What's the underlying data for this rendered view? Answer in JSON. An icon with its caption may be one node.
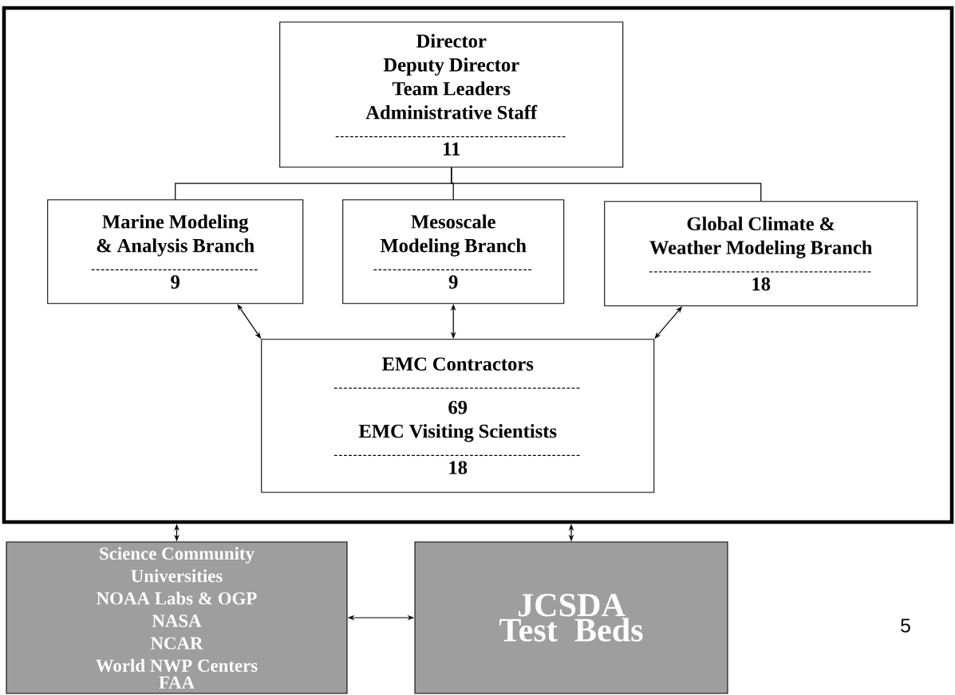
{
  "diagram": {
    "nodes": [
      {
        "text": [],
        "shape": "box"
      },
      {
        "text": [
          "Director",
          "Deputy Director",
          "Team Leaders",
          "Administrative Staff",
          "11"
        ],
        "in": 0
      },
      {
        "text": [
          "Marine Modeling & Analysis Branch",
          "9"
        ],
        "in": 0
      },
      {
        "text": [
          "Mesoscale Modeling Branch",
          "9"
        ],
        "in": 0
      },
      {
        "text": [
          "Global Climate & Weather Modeling Branch",
          "18"
        ],
        "in": 0
      },
      {
        "text": [
          "EMC Contractors",
          "69",
          "EMC Visiting Scientists",
          "18"
        ],
        "in": 0
      },
      {
        "text": [
          "Science Community",
          "Universities",
          "NOAA Labs & OGP",
          "NASA",
          "NCAR",
          "World NWP Centers",
          "FAA"
        ]
      },
      {
        "text": [
          "JCSDA Test Beds"
        ]
      }
    ],
    "edges": [
      {
        "from": 1,
        "to": 2,
        "arrow": "none"
      },
      {
        "from": 1,
        "to": 3,
        "arrow": "none"
      },
      {
        "from": 1,
        "to": 4,
        "arrow": "none"
      },
      {
        "from": 2,
        "to": 5,
        "arrow": "both"
      },
      {
        "from": 3,
        "to": 5,
        "arrow": "both"
      },
      {
        "from": 4,
        "to": 5,
        "arrow": "both"
      },
      {
        "from": 0,
        "to": 6,
        "arrow": "both"
      },
      {
        "from": 0,
        "to": 7,
        "arrow": "both"
      },
      {
        "from": 6,
        "to": 7,
        "arrow": "both"
      }
    ],
    "labels": [
      "5"
    ]
  }
}
